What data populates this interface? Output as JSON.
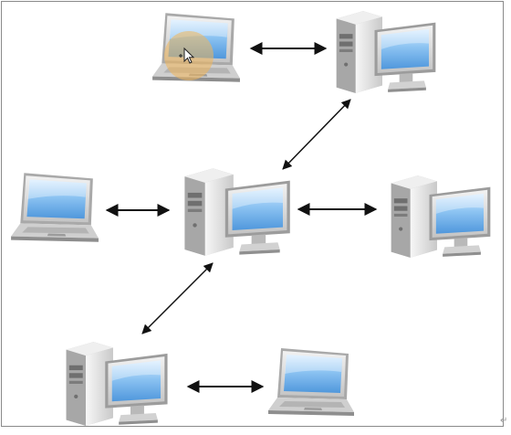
{
  "diagram": {
    "type": "network",
    "nodes": [
      {
        "id": "laptop-top",
        "kind": "laptop",
        "highlighted": true
      },
      {
        "id": "desktop-top-right",
        "kind": "desktop"
      },
      {
        "id": "laptop-mid-left",
        "kind": "laptop"
      },
      {
        "id": "desktop-center",
        "kind": "desktop"
      },
      {
        "id": "desktop-mid-right",
        "kind": "desktop"
      },
      {
        "id": "desktop-bottom-left",
        "kind": "desktop"
      },
      {
        "id": "laptop-bottom-right",
        "kind": "laptop"
      }
    ],
    "edges": [
      {
        "from": "laptop-top",
        "to": "desktop-top-right",
        "bidirectional": true
      },
      {
        "from": "desktop-top-right",
        "to": "desktop-center",
        "bidirectional": true
      },
      {
        "from": "laptop-mid-left",
        "to": "desktop-center",
        "bidirectional": true
      },
      {
        "from": "desktop-center",
        "to": "desktop-mid-right",
        "bidirectional": true
      },
      {
        "from": "desktop-center",
        "to": "desktop-bottom-left",
        "bidirectional": true
      },
      {
        "from": "desktop-bottom-left",
        "to": "laptop-bottom-right",
        "bidirectional": true
      }
    ],
    "colors": {
      "screen": "#7fb8ec",
      "screen_light": "#d7ecff",
      "case": "#e6e6e6",
      "case_dark": "#9a9a9a",
      "arrow": "#111111",
      "cursor_highlight": "#f2b65a"
    },
    "icons": [
      "laptop-icon",
      "desktop-computer-icon",
      "mouse-cursor-icon"
    ]
  },
  "paragraph_mark": "↵"
}
